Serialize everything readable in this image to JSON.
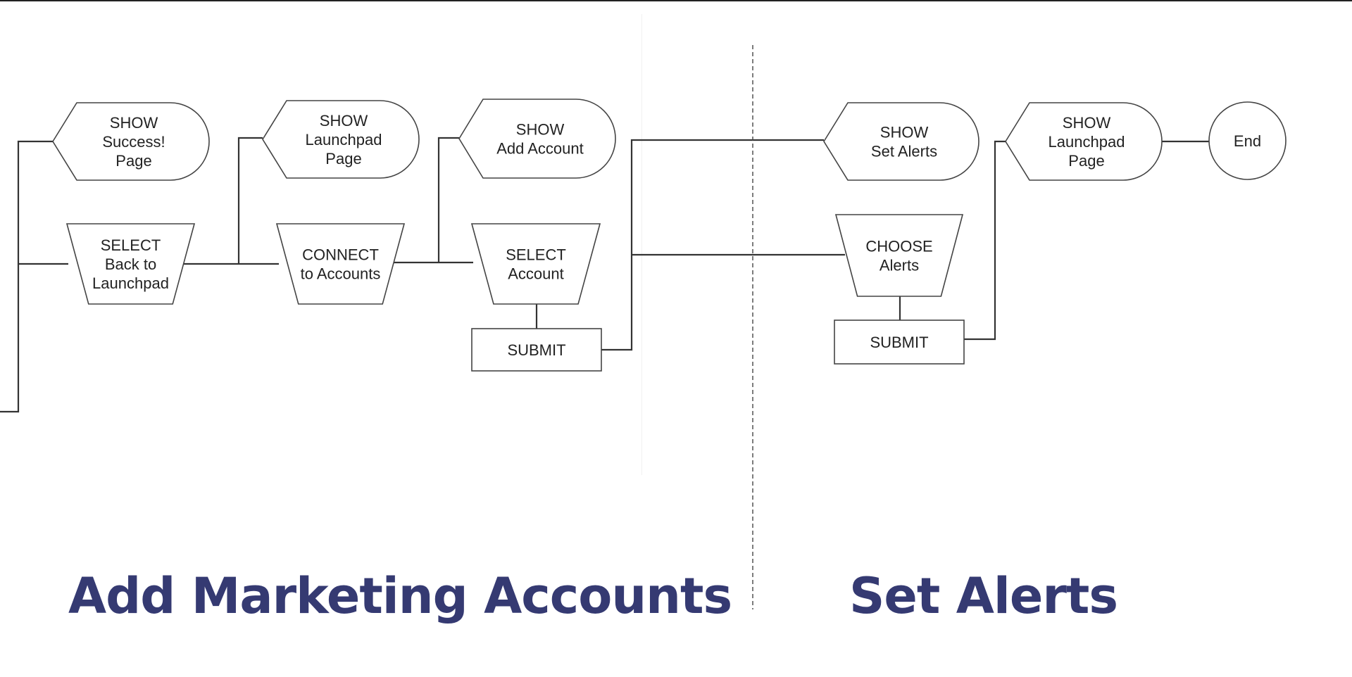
{
  "theme": {
    "title_color": "#353a72",
    "line_color": "#333333"
  },
  "sections": [
    {
      "id": "add-marketing-accounts",
      "title": "Add Marketing Accounts"
    },
    {
      "id": "set-alerts",
      "title": "Set Alerts"
    }
  ],
  "nodes": [
    {
      "id": "show-success",
      "shape": "display",
      "lines": [
        "SHOW",
        "Success!",
        "Page"
      ]
    },
    {
      "id": "select-back-to-launchpad",
      "shape": "manual-operation",
      "lines": [
        "SELECT",
        "Back to",
        "Launchpad"
      ]
    },
    {
      "id": "show-launchpad-1",
      "shape": "display",
      "lines": [
        "SHOW",
        "Launchpad",
        "Page"
      ]
    },
    {
      "id": "connect-to-accounts",
      "shape": "manual-operation",
      "lines": [
        "CONNECT",
        "to Accounts"
      ]
    },
    {
      "id": "show-add-account",
      "shape": "display",
      "lines": [
        "SHOW",
        "Add Account"
      ]
    },
    {
      "id": "select-account",
      "shape": "manual-operation",
      "lines": [
        "SELECT",
        "Account"
      ]
    },
    {
      "id": "submit-1",
      "shape": "process",
      "lines": [
        "SUBMIT"
      ]
    },
    {
      "id": "show-set-alerts",
      "shape": "display",
      "lines": [
        "SHOW",
        "Set Alerts"
      ]
    },
    {
      "id": "choose-alerts",
      "shape": "manual-operation",
      "lines": [
        "CHOOSE",
        "Alerts"
      ]
    },
    {
      "id": "submit-2",
      "shape": "process",
      "lines": [
        "SUBMIT"
      ]
    },
    {
      "id": "show-launchpad-2",
      "shape": "display",
      "lines": [
        "SHOW",
        "Launchpad",
        "Page"
      ]
    },
    {
      "id": "end",
      "shape": "terminal",
      "lines": [
        "End"
      ]
    }
  ],
  "edges": [
    [
      "select-back-to-launchpad",
      "show-success"
    ],
    [
      "select-back-to-launchpad",
      "show-launchpad-1"
    ],
    [
      "select-back-to-launchpad",
      "connect-to-accounts"
    ],
    [
      "connect-to-accounts",
      "show-add-account"
    ],
    [
      "connect-to-accounts",
      "select-account"
    ],
    [
      "select-account",
      "submit-1"
    ],
    [
      "submit-1",
      "show-set-alerts"
    ],
    [
      "submit-1",
      "choose-alerts"
    ],
    [
      "choose-alerts",
      "submit-2"
    ],
    [
      "submit-2",
      "show-launchpad-2"
    ],
    [
      "show-launchpad-2",
      "end"
    ]
  ]
}
